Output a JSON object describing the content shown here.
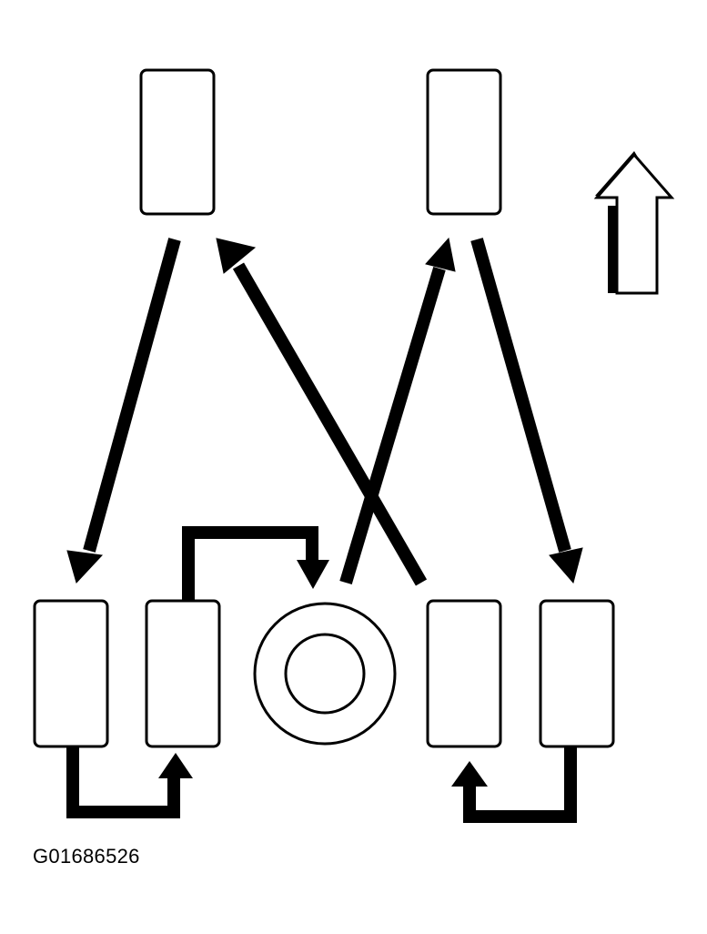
{
  "figure": {
    "id_label": "G01686526"
  },
  "colors": {
    "ink": "#000000",
    "paper": "#ffffff"
  },
  "diagram": {
    "wheels": [
      {
        "id": "rear-left"
      },
      {
        "id": "rear-right"
      },
      {
        "id": "front-left-outer"
      },
      {
        "id": "front-left-inner"
      },
      {
        "id": "front-right-inner"
      },
      {
        "id": "front-right-outer"
      }
    ],
    "spare": {
      "id": "spare"
    },
    "direction_icon": "arrow-up-icon"
  }
}
